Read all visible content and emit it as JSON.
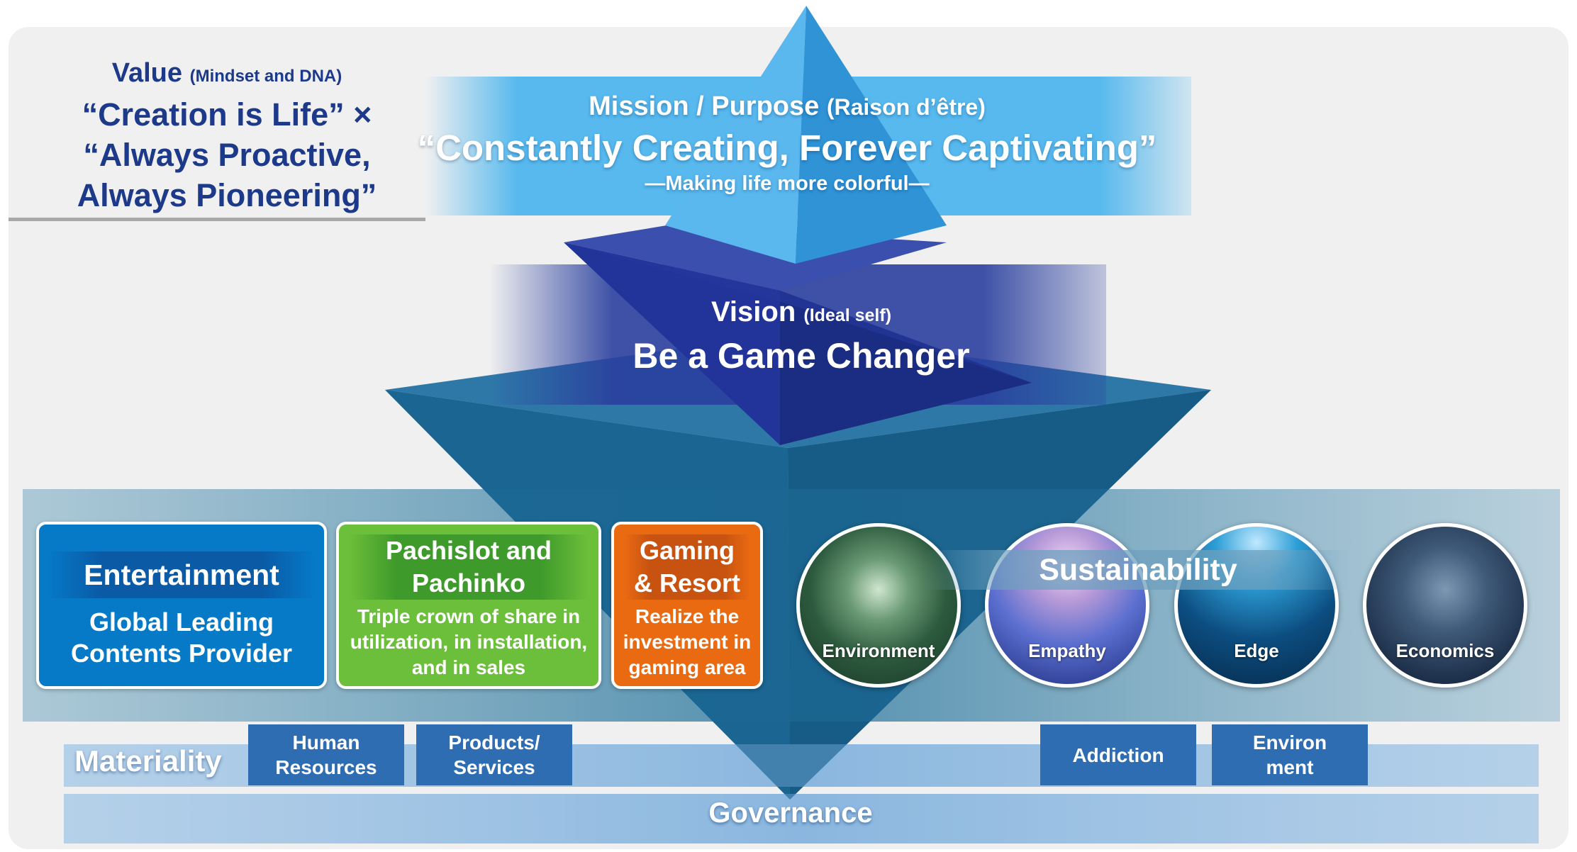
{
  "value": {
    "title": "Value",
    "subtitle": "(Mindset and DNA)",
    "line1": "“Creation is Life” ×",
    "line2": "“Always Proactive,",
    "line3": "Always Pioneering”"
  },
  "mission": {
    "title": "Mission / Purpose",
    "subtitle": "(Raison d’être)",
    "statement": "“Constantly Creating, Forever Captivating”",
    "tagline": "—Making life more colorful—"
  },
  "vision": {
    "title": "Vision",
    "subtitle": "(Ideal self)",
    "statement": "Be a Game Changer"
  },
  "businesses": {
    "entertainment": {
      "title": "Entertainment",
      "body1": "Global Leading",
      "body2": "Contents Provider",
      "color": "#0679c7"
    },
    "pachislot": {
      "title1": "Pachislot and",
      "title2": "Pachinko",
      "body1": "Triple crown of share in",
      "body2": "utilization, in installation,",
      "body3": "and in sales",
      "color": "#6cbf3a"
    },
    "gaming": {
      "title1": "Gaming",
      "title2": "& Resort",
      "body1": "Realize the",
      "body2": "investment in",
      "body3": "gaming area",
      "color": "#ea6a12"
    }
  },
  "sustainability": {
    "title": "Sustainability",
    "items": [
      "Environment",
      "Empathy",
      "Edge",
      "Economics"
    ]
  },
  "materiality": {
    "label": "Materiality",
    "items": [
      {
        "line1": "Human",
        "line2": "Resources"
      },
      {
        "line1": "Products/",
        "line2": "Services"
      },
      {
        "line1": "Addiction",
        "line2": ""
      },
      {
        "line1": "Environ",
        "line2": "ment"
      }
    ]
  },
  "governance": {
    "label": "Governance"
  }
}
